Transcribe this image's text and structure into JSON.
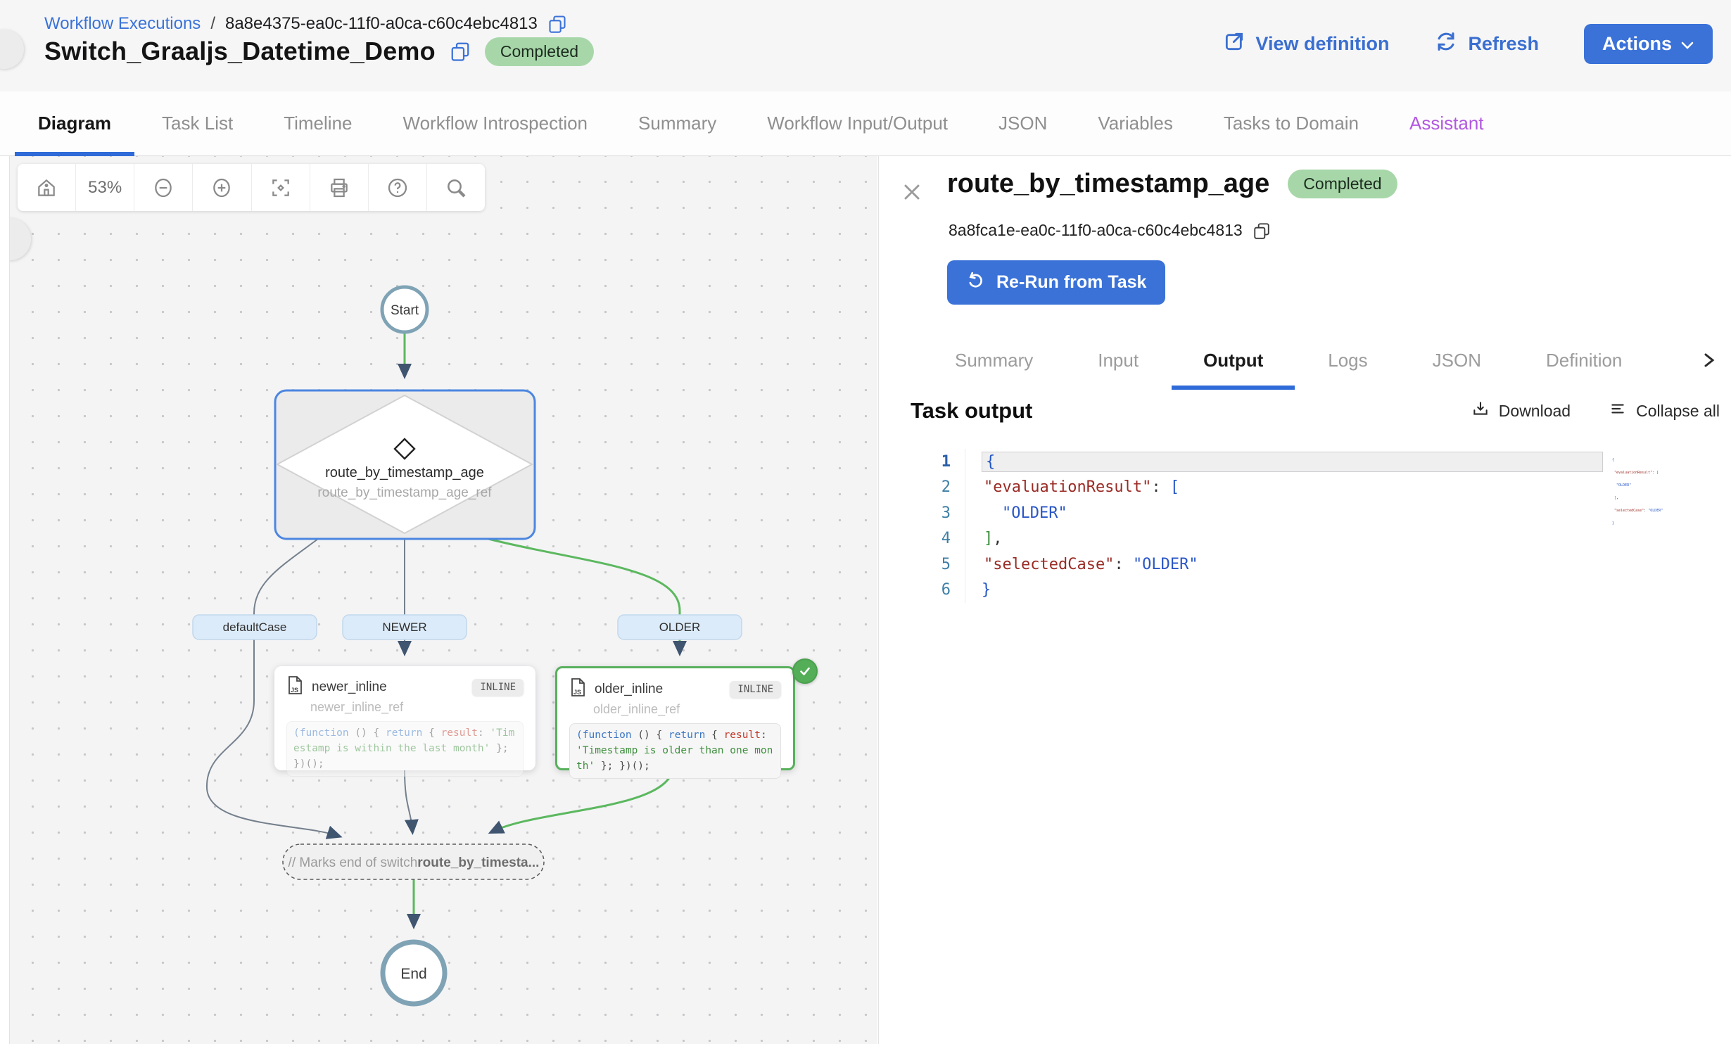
{
  "header": {
    "breadcrumb_link": "Workflow Executions",
    "breadcrumb_separator": "/",
    "execution_id": "8a8e4375-ea0c-11f0-a0ca-c60c4ebc4813",
    "title": "Switch_Graaljs_Datetime_Demo",
    "status": "Completed",
    "view_definition": "View definition",
    "refresh": "Refresh",
    "actions": "Actions"
  },
  "tabs": [
    {
      "label": "Diagram"
    },
    {
      "label": "Task List"
    },
    {
      "label": "Timeline"
    },
    {
      "label": "Workflow Introspection"
    },
    {
      "label": "Summary"
    },
    {
      "label": "Workflow Input/Output"
    },
    {
      "label": "JSON"
    },
    {
      "label": "Variables"
    },
    {
      "label": "Tasks to Domain"
    },
    {
      "label": "Assistant"
    }
  ],
  "toolbar": {
    "zoom_level": "53%"
  },
  "diagram": {
    "start": "Start",
    "end": "End",
    "switch_title": "route_by_timestamp_age",
    "switch_ref": "route_by_timestamp_age_ref",
    "branch_default": "defaultCase",
    "branch_newer": "NEWER",
    "branch_older": "OLDER",
    "newer_task": {
      "name": "newer_inline",
      "ref": "newer_inline_ref",
      "badge": "INLINE",
      "c_fn": "(function",
      "c_p1": " () { ",
      "c_ret": "return",
      "c_p2": " { ",
      "c_key": "result",
      "c_colon": ": ",
      "c_str": "'Timestamp is within the last month'",
      "c_end": " }; })();"
    },
    "older_task": {
      "name": "older_inline",
      "ref": "older_inline_ref",
      "badge": "INLINE",
      "c_fn": "(function",
      "c_p1": " () { ",
      "c_ret": "return",
      "c_p2": " { ",
      "c_key": "result",
      "c_colon": ": ",
      "c_str": "'Timestamp is older than one month'",
      "c_end": " }; })();"
    },
    "end_note_prefix": "// Marks end of switch",
    "end_note_ref": "route_by_timesta..."
  },
  "panel": {
    "task_name": "route_by_timestamp_age",
    "status": "Completed",
    "task_id": "8a8fca1e-ea0c-11f0-a0ca-c60c4ebc4813",
    "rerun": "Re-Run from Task",
    "tabs": [
      {
        "label": "Summary"
      },
      {
        "label": "Input"
      },
      {
        "label": "Output"
      },
      {
        "label": "Logs"
      },
      {
        "label": "JSON"
      },
      {
        "label": "Definition"
      }
    ],
    "section_title": "Task output",
    "download": "Download",
    "collapse_all": "Collapse all",
    "code": {
      "n1": "1",
      "n2": "2",
      "n3": "3",
      "n4": "4",
      "n5": "5",
      "n6": "6",
      "l1_brace": "{",
      "l2_key": "\"evaluationResult\"",
      "l2_colon": ": ",
      "l2_bracket": "[",
      "l3_str": "\"OLDER\"",
      "l4_bracket": "]",
      "l4_comma": ",",
      "l5_key": "\"selectedCase\"",
      "l5_colon": ": ",
      "l5_str": "\"OLDER\"",
      "l6_brace": "}"
    }
  },
  "colors": {
    "accent_blue": "#3a72d8",
    "edge_green": "#5cb85f",
    "badge_green": "#a7d7a9",
    "assistant_purple": "#b258e0"
  }
}
